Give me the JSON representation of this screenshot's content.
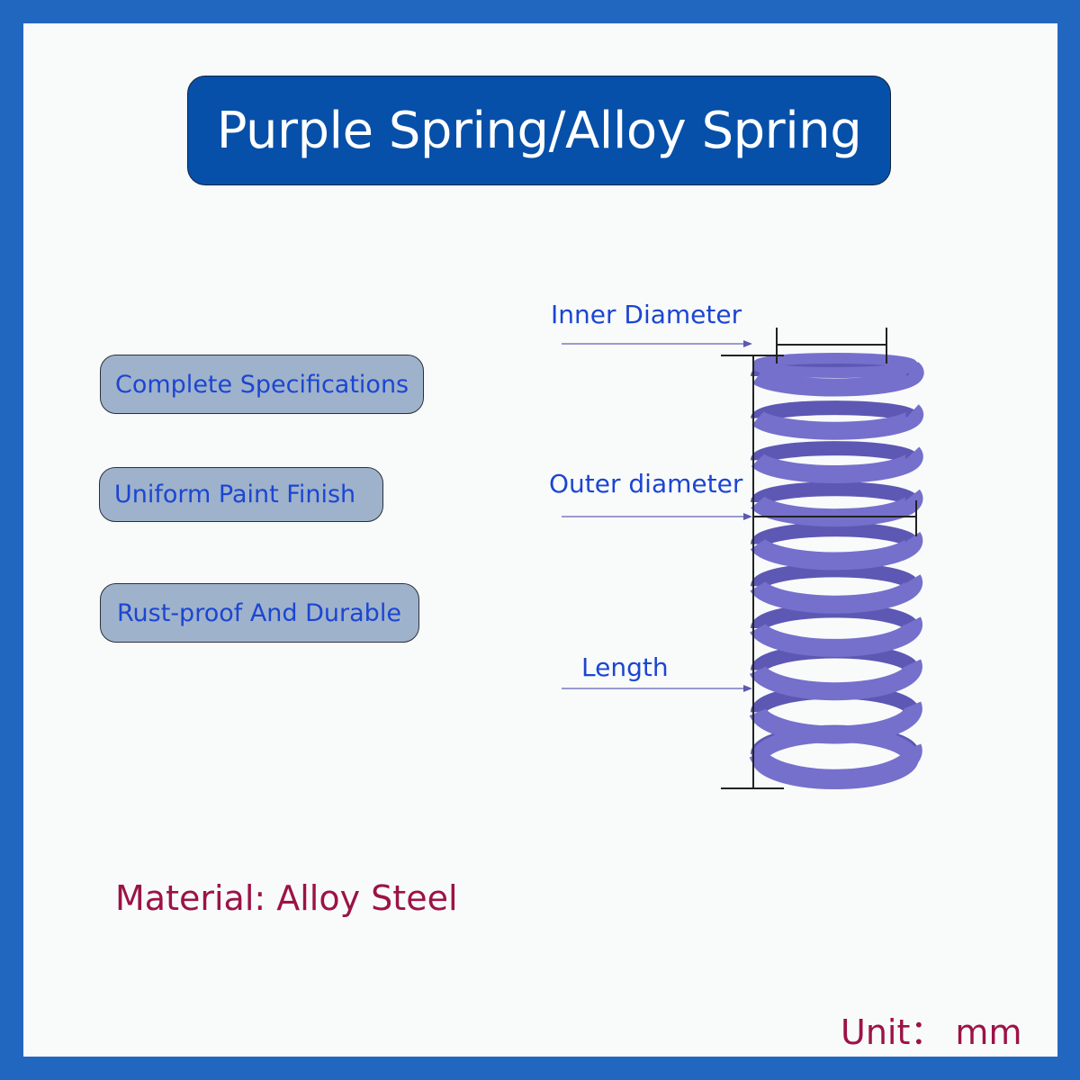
{
  "title": "Purple Spring/Alloy Spring",
  "features": [
    "Complete Specifications",
    "Uniform Paint Finish",
    "Rust-proof And Durable"
  ],
  "diagram": {
    "inner_label": "Inner Diameter",
    "outer_label": "Outer diameter",
    "length_label": "Length",
    "spring_color": "#7570cc",
    "arrow_color": "#7a7ac0"
  },
  "material": "Material: Alloy Steel",
  "unit": "Unit：  mm",
  "colors": {
    "border": "#2267bf",
    "banner": "#0750a9",
    "feature_bg": "#9fb2cb",
    "feature_text": "#1b46d2",
    "accent_text": "#9c1346"
  }
}
